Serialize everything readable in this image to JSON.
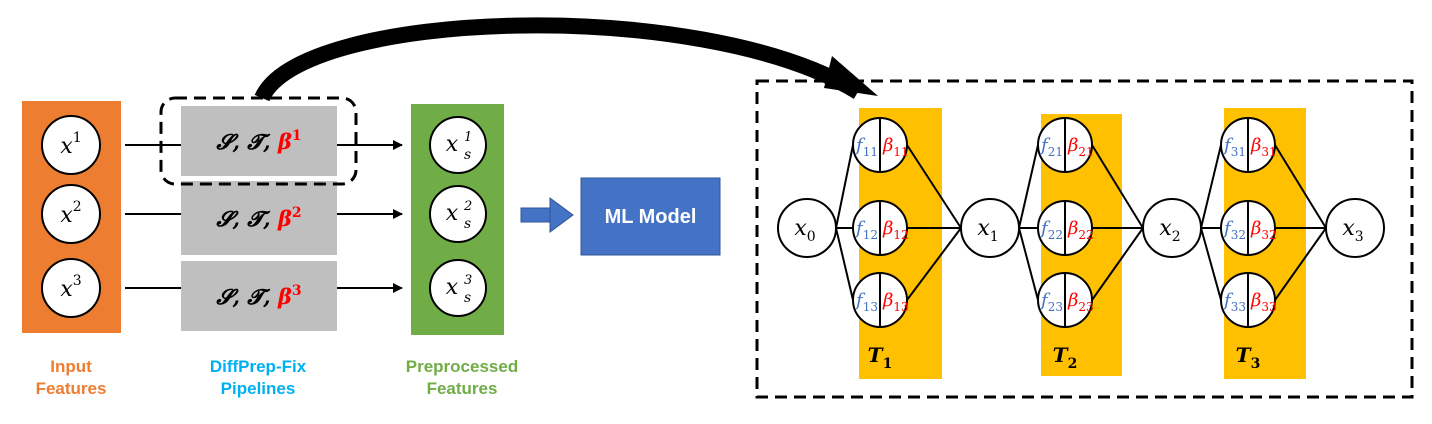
{
  "colors": {
    "input": "#ED7D31",
    "pipeline": "#BFBFBF",
    "preprocessed": "#70AD47",
    "model": "#4472C4",
    "stage": "#FFC000",
    "blue_text": "#4472C4",
    "red_text": "#FF0000",
    "input_caption": "#ED7D31",
    "pipeline_caption": "#00B0F0",
    "preprocessed_caption": "#70AD47"
  },
  "inputs": [
    {
      "base": "x",
      "sup": "1"
    },
    {
      "base": "x",
      "sup": "2"
    },
    {
      "base": "x",
      "sup": "3"
    }
  ],
  "pipelines": [
    {
      "prefix": "𝓢, 𝓣, ",
      "beta": "β",
      "sup": "1"
    },
    {
      "prefix": "𝓢, 𝓣, ",
      "beta": "β",
      "sup": "2"
    },
    {
      "prefix": "𝓢, 𝓣, ",
      "beta": "β",
      "sup": "3"
    }
  ],
  "outputs": [
    {
      "base": "x",
      "sub": "s",
      "sup": "1"
    },
    {
      "base": "x",
      "sub": "s",
      "sup": "2"
    },
    {
      "base": "x",
      "sub": "s",
      "sup": "3"
    }
  ],
  "captions": {
    "input": [
      "Input",
      "Features"
    ],
    "pipeline": [
      "DiffPrep-Fix",
      "Pipelines"
    ],
    "preprocessed": [
      "Preprocessed",
      "Features"
    ]
  },
  "model_label": "ML Model",
  "detail": {
    "nodes": [
      {
        "base": "x",
        "sub": "0"
      },
      {
        "base": "x",
        "sub": "1"
      },
      {
        "base": "x",
        "sub": "2"
      },
      {
        "base": "x",
        "sub": "3"
      }
    ],
    "stages": [
      {
        "label": "T",
        "sub": "1",
        "ops": [
          {
            "f": "11",
            "b": "11"
          },
          {
            "f": "12",
            "b": "12"
          },
          {
            "f": "13",
            "b": "13"
          }
        ]
      },
      {
        "label": "T",
        "sub": "2",
        "ops": [
          {
            "f": "21",
            "b": "21"
          },
          {
            "f": "22",
            "b": "22"
          },
          {
            "f": "23",
            "b": "23"
          }
        ]
      },
      {
        "label": "T",
        "sub": "3",
        "ops": [
          {
            "f": "31",
            "b": "31"
          },
          {
            "f": "32",
            "b": "32"
          },
          {
            "f": "33",
            "b": "33"
          }
        ]
      }
    ],
    "f_symbol": "f",
    "beta_symbol": "β"
  }
}
